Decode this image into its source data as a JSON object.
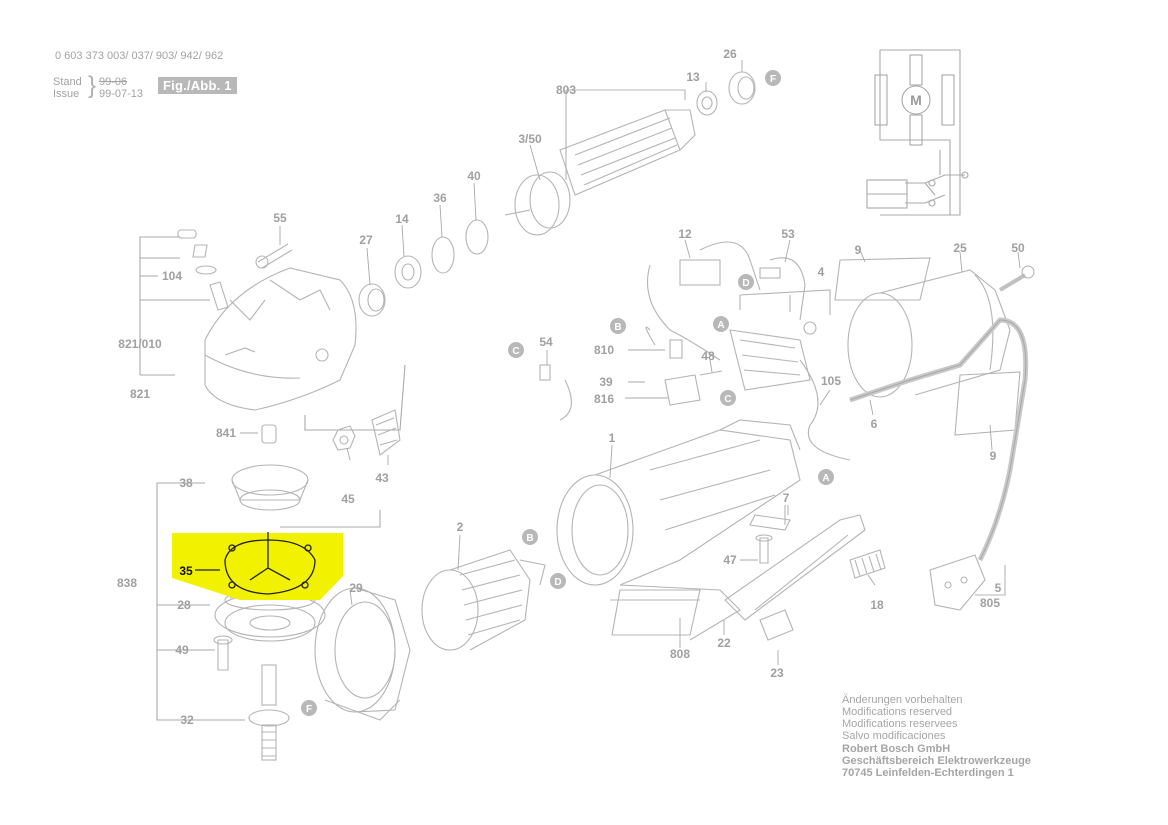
{
  "header": {
    "part_numbers": "0 603 373 003/ 037/ 903/ 942/ 962",
    "stand_label": "Stand",
    "issue_label": "Issue",
    "stand_value": "99-06",
    "issue_value": "99-07-13",
    "fig_label": "Fig./Abb. 1"
  },
  "footer": {
    "line1": "Änderungen vorbehalten",
    "line2": "Modifications reserved",
    "line3": "Modifications reservees",
    "line4": "Salvo modificaciones",
    "company": "Robert Bosch GmbH",
    "division": "Geschäftsbereich Elektrowerkzeuge",
    "address": "70745 Leinfelden-Echterdingen 1"
  },
  "labels": {
    "p26": "26",
    "p13": "13",
    "p803": "803",
    "p350": "3/50",
    "p40": "40",
    "p36": "36",
    "p14": "14",
    "p27": "27",
    "p55": "55",
    "p104": "104",
    "p821010": "821/010",
    "p821": "821",
    "p841": "841",
    "p45": "45",
    "p43": "43",
    "p38": "38",
    "p35": "35",
    "p838": "838",
    "p28": "28",
    "p49": "49",
    "p32": "32",
    "p29": "29",
    "p2": "2",
    "p1": "1",
    "p54": "54",
    "p12": "12",
    "p53": "53",
    "p4": "4",
    "p810": "810",
    "p48": "48",
    "p39": "39",
    "p816": "816",
    "p105": "105",
    "p7": "7",
    "p47": "47",
    "p22": "22",
    "p808": "808",
    "p23": "23",
    "p18": "18",
    "p9a": "9",
    "p25": "25",
    "p50": "50",
    "p6": "6",
    "p9b": "9",
    "p5": "5",
    "p805": "805"
  },
  "connectors": {
    "F": "F",
    "C": "C",
    "B": "B",
    "D": "D",
    "A": "A"
  },
  "schematic": {
    "motor_symbol": "M"
  },
  "highlight": {
    "color": "#f2f200",
    "part": "35"
  }
}
